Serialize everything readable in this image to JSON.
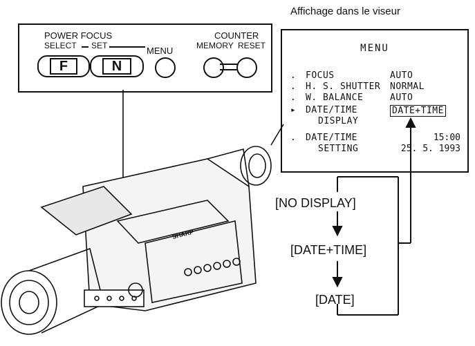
{
  "caption": "Affichage dans le viseur",
  "panel": {
    "power_focus": "POWER FOCUS",
    "select": "SELECT",
    "set": "SET",
    "menu": "MENU",
    "counter": "COUNTER",
    "memory": "MEMORY",
    "reset": "RESET",
    "f_key": "F",
    "n_key": "N"
  },
  "viewfinder": {
    "title": "MENU",
    "rows": [
      {
        "bullet": ".",
        "item": "FOCUS",
        "value": "AUTO"
      },
      {
        "bullet": ".",
        "item": "H. S. SHUTTER",
        "value": "NORMAL"
      },
      {
        "bullet": ".",
        "item": "W. BALANCE",
        "value": "AUTO"
      },
      {
        "bullet": "▸",
        "item": "DATE/TIME",
        "value": "DATE+TIME"
      },
      {
        "bullet": "",
        "item": "  DISPLAY",
        "value": ""
      },
      {
        "bullet": ".",
        "item": "DATE/TIME",
        "value": "15:00"
      },
      {
        "bullet": "",
        "item": "  SETTING",
        "value": "25.  5. 1993"
      }
    ]
  },
  "sequence": [
    "[NO DISPLAY]",
    "[DATE+TIME]",
    "[DATE]"
  ],
  "brand": "SHARP"
}
